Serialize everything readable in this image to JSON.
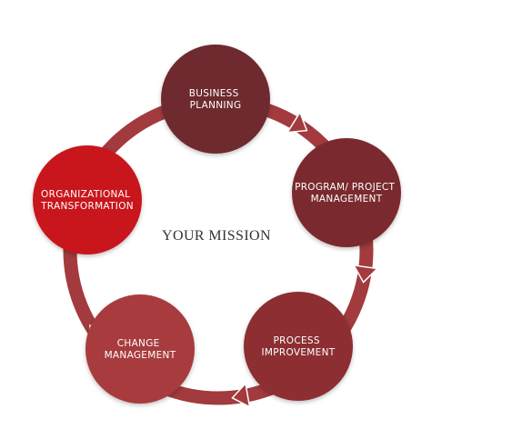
{
  "diagram": {
    "center_label": "YOUR MISSION",
    "nodes": [
      {
        "id": "business-planning",
        "lines": [
          "BUSINESS",
          "PLANNING"
        ],
        "color": "#6e2b2e"
      },
      {
        "id": "program-project-management",
        "lines": [
          "PROGRAM/ PROJECT",
          "MANAGEMENT"
        ],
        "color": "#7a2c2f"
      },
      {
        "id": "process-improvement",
        "lines": [
          "PROCESS",
          "IMPROVEMENT"
        ],
        "color": "#8c2f33"
      },
      {
        "id": "change-management",
        "lines": [
          "CHANGE",
          "MANAGEMENT"
        ],
        "color": "#a83a3d"
      },
      {
        "id": "organizational-transformation",
        "lines": [
          "ORGANIZATIONAL",
          "TRANSFORMATION"
        ],
        "color": "#c8161d"
      }
    ],
    "ring_color": "#a23a3e"
  }
}
